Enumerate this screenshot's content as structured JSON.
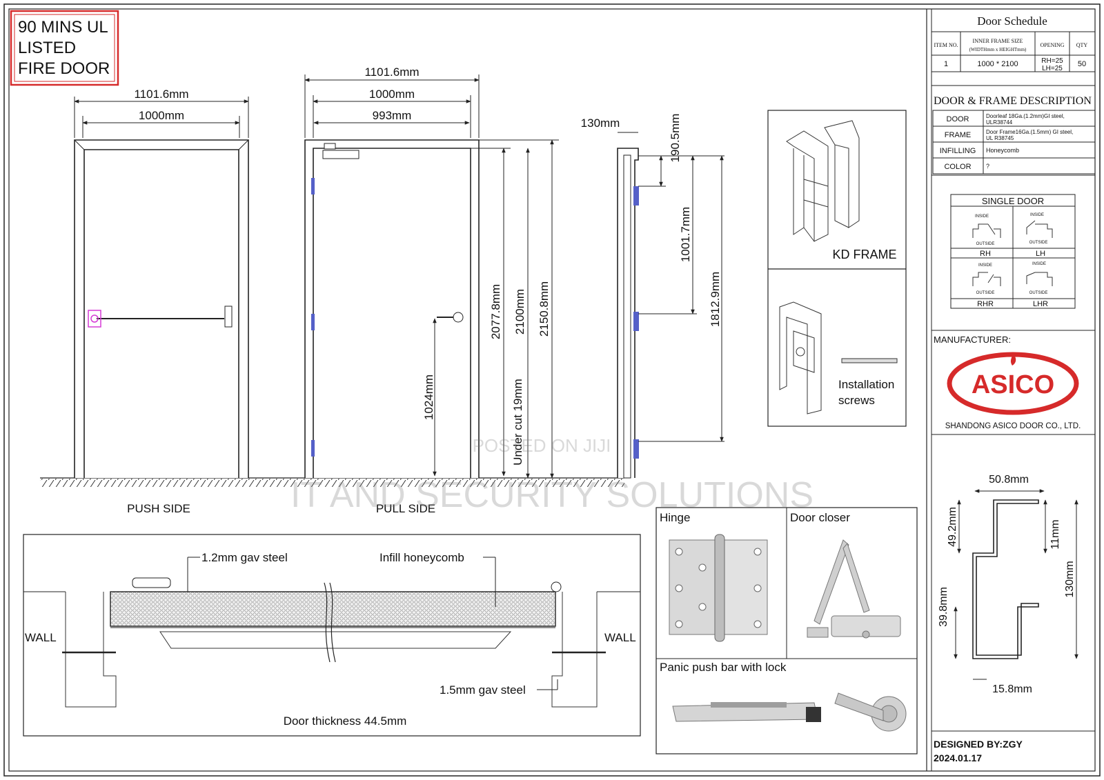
{
  "title_box": {
    "line1": "90 MINS UL",
    "line2": "LISTED",
    "line3": "FIRE DOOR"
  },
  "push_side": {
    "label": "PUSH SIDE",
    "dim_outer": "1101.6mm",
    "dim_inner": "1000mm"
  },
  "pull_side": {
    "label": "PULL SIDE",
    "dim_outer": "1101.6mm",
    "dim_mid": "1000mm",
    "dim_inner": "993mm",
    "dim_h1": "2077.8mm",
    "dim_h2": "2100mm",
    "dim_h3": "2150.8mm",
    "dim_handle": "1024mm",
    "dim_undercut": "Under cut 19mm"
  },
  "side_view": {
    "dim_depth": "130mm",
    "dim_top": "190.5mm",
    "dim_mid": "1001.7mm",
    "dim_low": "1812.9mm"
  },
  "kd_frame": {
    "label": "KD FRAME"
  },
  "installation": {
    "line1": "Installation",
    "line2": "screws"
  },
  "schedule": {
    "title": "Door Schedule",
    "headers": [
      "ITEM NO.",
      "INNER FRAME SIZE",
      "(WIDTHmm x HEIGHTmm)",
      "OPENING",
      "QTY"
    ],
    "row": {
      "item": "1",
      "size": "1000 * 2100",
      "opening1": "RH=25",
      "opening2": "LH=25",
      "qty": "50"
    }
  },
  "description": {
    "title": "DOOR & FRAME DESCRIPTION",
    "rows": [
      {
        "label": "DOOR",
        "value1": "Doorleaf 18Ga.(1.2mm)GI steel,",
        "value2": "ULR38744"
      },
      {
        "label": "FRAME",
        "value1": "Door Frame16Ga.(1.5mm) GI steel,",
        "value2": "UL R38745"
      },
      {
        "label": "INFILLING",
        "value1": "Honeycomb",
        "value2": ""
      },
      {
        "label": "COLOR",
        "value1": "?",
        "value2": ""
      }
    ]
  },
  "single_door": {
    "title": "SINGLE DOOR",
    "inside": "INSIDE",
    "outside": "OUTSIDE",
    "cells": [
      "RH",
      "LH",
      "RHR",
      "LHR"
    ]
  },
  "manufacturer": {
    "label": "MANUFACTURER:",
    "logo_text": "ASICO",
    "company": "SHANDONG ASICO DOOR CO., LTD."
  },
  "profile": {
    "d1": "50.8mm",
    "d2": "49.2mm",
    "d3": "11mm",
    "d4": "130mm",
    "d5": "39.8mm",
    "d6": "15.8mm"
  },
  "section": {
    "wall_left": "WALL",
    "wall_right": "WALL",
    "gav12": "1.2mm gav steel",
    "honeycomb": "Infill honeycomb",
    "gav15": "1.5mm gav steel",
    "thickness": "Door thickness 44.5mm"
  },
  "hardware": {
    "hinge": "Hinge",
    "closer": "Door closer",
    "panic": "Panic push bar with lock"
  },
  "footer": {
    "designed": "DESIGNED BY:ZGY",
    "date": "2024.01.17"
  },
  "watermarks": {
    "posted": "POSTED ON JIJI",
    "company": "IT AND SECURITY SOLUTIONS"
  },
  "colors": {
    "red": "#d62a2a",
    "border": "#222222",
    "honeycomb": "#9a9a9a",
    "accent_magenta": "#d63ad6",
    "hinge_blue": "#5560c8"
  }
}
